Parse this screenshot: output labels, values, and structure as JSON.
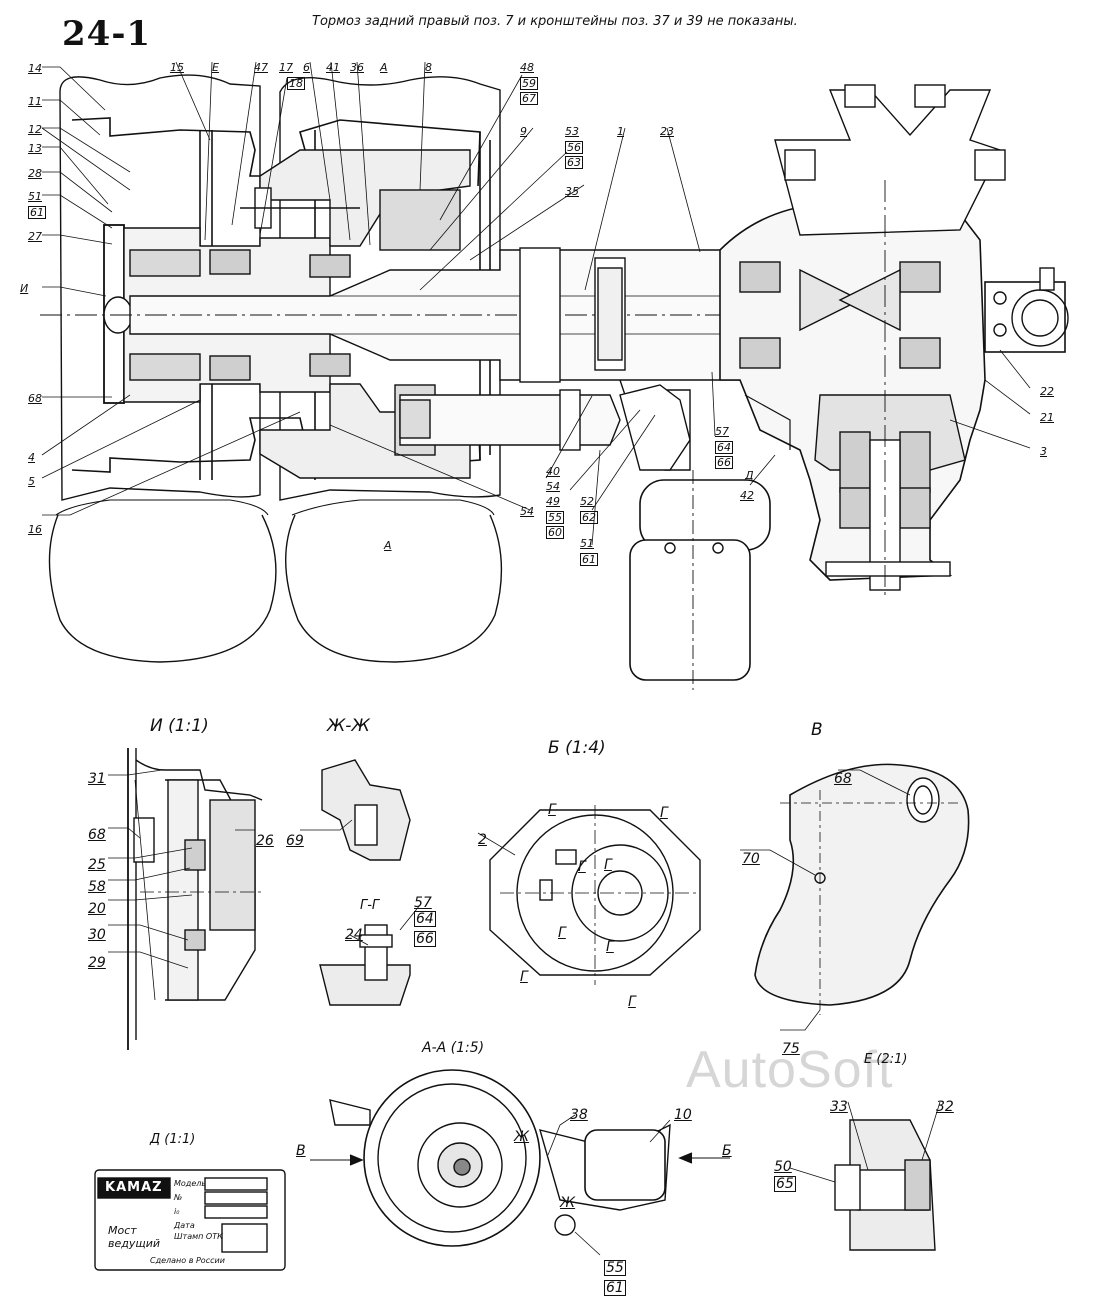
{
  "sheet": {
    "number": "24-1"
  },
  "note": "Тормоз задний правый поз. 7 и кронштейны поз. 37 и 39 не показаны.",
  "watermark": "AutoSoft",
  "views": {
    "detail_i": "И (1:1)",
    "section_zh": "Ж-Ж",
    "view_b": "Б (1:4)",
    "view_v": "В",
    "section_g": "Г-Г",
    "section_aa": "А-А (1:5)",
    "detail_e": "Е (2:1)",
    "detail_d": "Д (1:1)"
  },
  "main_labels": {
    "left": [
      "14",
      "11",
      "12",
      "13",
      "28",
      "51",
      "61",
      "27",
      "И",
      "68",
      "4",
      "5",
      "16"
    ],
    "top": [
      "15",
      "Е",
      "47",
      "17",
      "18",
      "6",
      "36",
      "41",
      "А",
      "8",
      "48",
      "59",
      "67",
      "9",
      "53",
      "56",
      "63",
      "1",
      "23",
      "35"
    ],
    "right": [
      "22",
      "21",
      "3"
    ],
    "bottom": [
      "57",
      "64",
      "66",
      "Д",
      "42",
      "40",
      "54",
      "49",
      "55",
      "60",
      "52",
      "62",
      "51",
      "61",
      "54",
      "А"
    ]
  },
  "detail_i_labels": [
    "31",
    "68",
    "25",
    "58",
    "20",
    "30",
    "29",
    "26"
  ],
  "section_zh_labels": [
    "69"
  ],
  "section_g_labels": [
    "24",
    "57",
    "64",
    "66"
  ],
  "view_b_labels": [
    "2",
    "Г",
    "Г",
    "Г",
    "Г",
    "Г",
    "Г",
    "Г",
    "Г"
  ],
  "view_v_labels": [
    "68",
    "70",
    "75"
  ],
  "section_aa_labels": [
    "В",
    "Б",
    "38",
    "10",
    "Ж",
    "Ж",
    "55",
    "61"
  ],
  "detail_e_labels": [
    "33",
    "32",
    "50",
    "65"
  ],
  "nameplate": {
    "brand": "KAMAZ",
    "fields": [
      "Модель",
      "№",
      "i₀",
      "Дата"
    ],
    "product": "Мост\nведущий",
    "stamp": "Штамп ОТК",
    "origin": "Сделано в России"
  }
}
